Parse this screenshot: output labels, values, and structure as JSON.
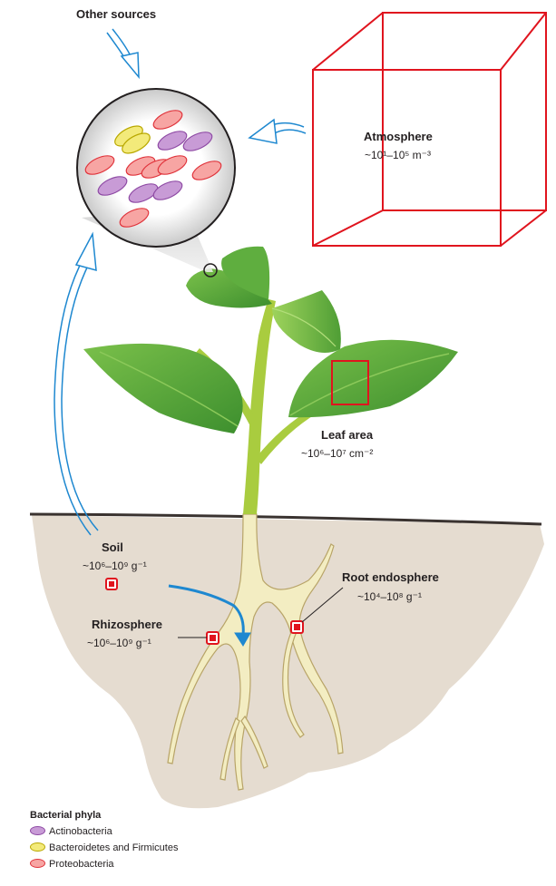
{
  "labels": {
    "other_sources": "Other sources",
    "atmosphere": "Atmosphere",
    "atmosphere_conc": "~10¹–10⁵ m⁻³",
    "leaf_area": "Leaf area",
    "leaf_area_conc": "~10⁶–10⁷ cm⁻²",
    "soil": "Soil",
    "soil_conc": "~10⁶–10⁹ g⁻¹",
    "rhizosphere": "Rhizosphere",
    "rhizosphere_conc": "~10⁶–10⁹ g⁻¹",
    "root_endosphere": "Root endosphere",
    "root_endosphere_conc": "~10⁴–10⁸ g⁻¹"
  },
  "legend": {
    "title": "Bacterial phyla",
    "items": [
      {
        "label": "Actinobacteria",
        "fill": "#c89bd6",
        "stroke": "#8e4aa4"
      },
      {
        "label": "Bacteroidetes and Firmicutes",
        "fill": "#f3ea7a",
        "stroke": "#b9a800"
      },
      {
        "label": "Proteobacteria",
        "fill": "#f7a5a3",
        "stroke": "#e0333b"
      }
    ]
  },
  "colors": {
    "cube": "#e0141e",
    "arrow_outline": "#1e88d0",
    "arrow_solid": "#1e88d0",
    "soil": "#e5dcd0",
    "root": "#f3edc2",
    "leaf": "#5cac3c",
    "stem": "#a9cc3f"
  }
}
